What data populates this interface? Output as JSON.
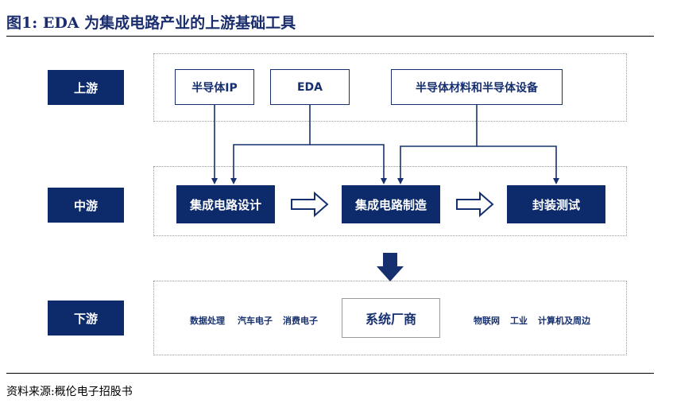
{
  "title": "图1:  EDA 为集成电路产业的上游基础工具",
  "stages": {
    "upstream": "上游",
    "midstream": "中游",
    "downstream": "下游"
  },
  "upstream_items": {
    "ip": "半导体IP",
    "eda": "EDA",
    "materials": "半导体材料和半导体设备"
  },
  "midstream_items": {
    "design": "集成电路设计",
    "manufacture": "集成电路制造",
    "packaging": "封装测试"
  },
  "downstream": {
    "center": "系统厂商",
    "left_apps": [
      "数据处理",
      "汽车电子",
      "消费电子"
    ],
    "right_apps": [
      "物联网",
      "工业",
      "计算机及周边"
    ]
  },
  "colors": {
    "navy": "#0d2a6b",
    "line": "#16306f",
    "dotted_border": "#9a9a9a"
  },
  "source": "资料来源:概伦电子招股书"
}
